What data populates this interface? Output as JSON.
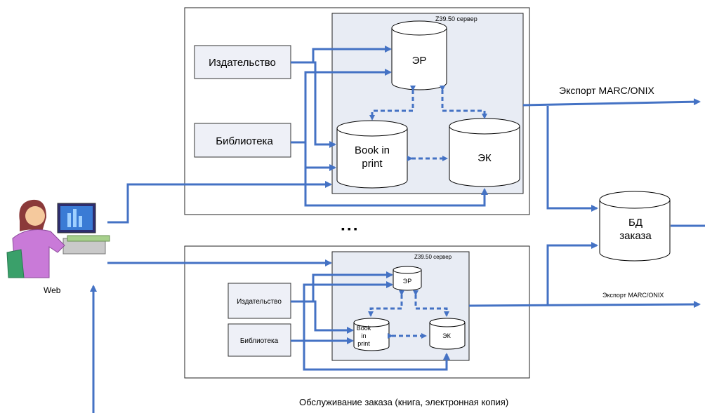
{
  "user": {
    "label": "Web"
  },
  "dots": "▪ ▪ ▪",
  "upper": {
    "server_title": "Z39.50 сервер",
    "publisher": "Издательство",
    "library": "Библиотека",
    "er": "ЭР",
    "bip_line1": "Book in",
    "bip_line2": "print",
    "ek": "ЭК"
  },
  "lower": {
    "server_title": "Z39.50 сервер",
    "publisher": "Издательство",
    "library": "Библиотека",
    "er": "ЭР",
    "bip_line1": "Book",
    "bip_line2": "in",
    "bip_line3": "print",
    "ek": "ЭК"
  },
  "orders_db": {
    "line1": "БД",
    "line2": "заказа"
  },
  "export_top": "Экспорт MARC/ONIX",
  "export_bottom": "Экспорт MARC/ONIX",
  "caption": "Обслуживание заказа (книга, электронная копия)",
  "colors": {
    "arrow": "#4472c4",
    "server_fill": "#e8ecf4",
    "box_fill": "#eef0f7"
  }
}
